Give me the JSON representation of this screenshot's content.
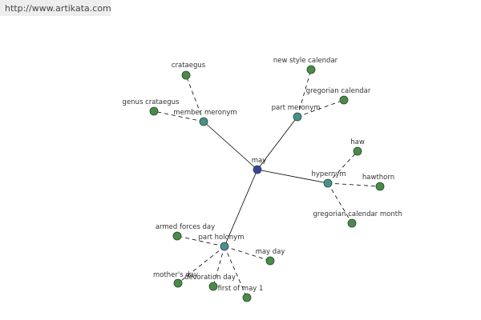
{
  "url": "http://www.artikata.com",
  "colors": {
    "root": "#3f3f9f",
    "relation": "#4a8f8f",
    "leaf": "#4a8a4a",
    "node_stroke": "#2a4a2a",
    "edge": "#000000",
    "label": "#333333"
  },
  "graph": {
    "root": {
      "id": "may",
      "label": "may"
    },
    "relations": [
      {
        "id": "member-meronym",
        "label": "member meronym",
        "leaves": [
          {
            "label": "crataegus"
          },
          {
            "label": "genus crataegus"
          }
        ]
      },
      {
        "id": "part-meronym",
        "label": "part meronym",
        "leaves": [
          {
            "label": "new style calendar"
          },
          {
            "label": "gregorian calendar"
          }
        ]
      },
      {
        "id": "hypernym",
        "label": "hypernym",
        "leaves": [
          {
            "label": "haw"
          },
          {
            "label": "hawthorn"
          },
          {
            "label": "gregorian calendar month"
          }
        ]
      },
      {
        "id": "part-holonym",
        "label": "part holonym",
        "leaves": [
          {
            "label": "armed forces day"
          },
          {
            "label": "may day"
          },
          {
            "label": "mother's day"
          },
          {
            "label": "decoration day"
          },
          {
            "label": "first of may 1"
          }
        ]
      }
    ]
  }
}
